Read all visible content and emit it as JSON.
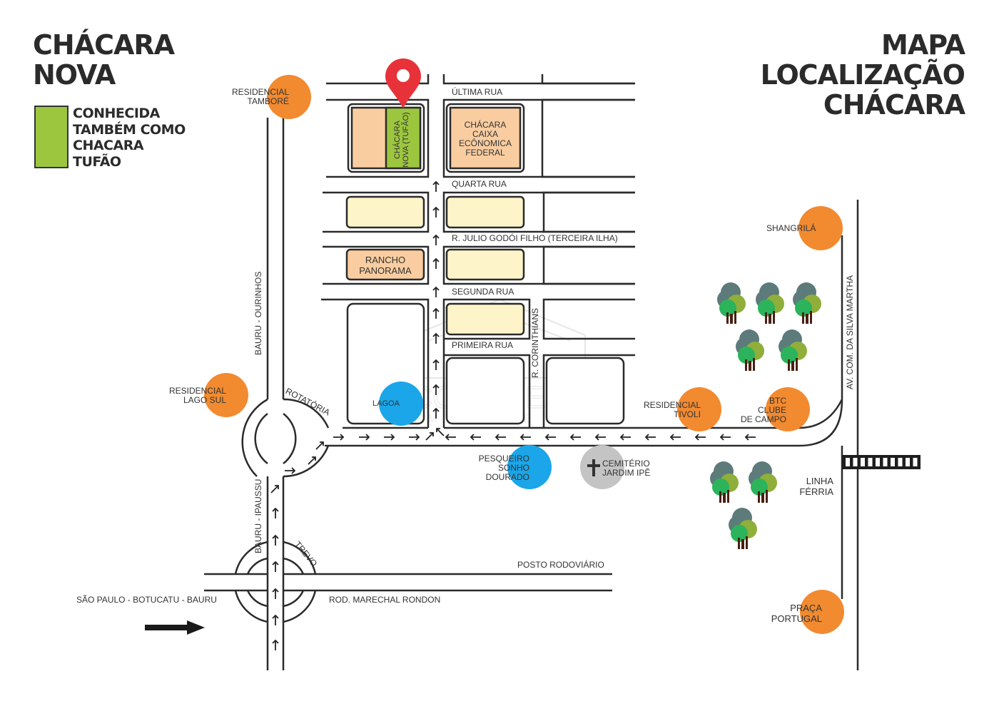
{
  "title_left": {
    "line1": "CHÁCARA",
    "line2": "NOVA"
  },
  "title_right": {
    "line1": "MAPA",
    "line2": "LOCALIZAÇÃO",
    "line3": "CHÁCARA"
  },
  "legend": {
    "color": "#9dc63f",
    "lines": [
      "CONHECIDA",
      "TAMBÉM COMO",
      "CHACARA",
      "TUFÃO"
    ]
  },
  "colors": {
    "landmark_orange": "#f28a30",
    "water_blue": "#1aa6e8",
    "cemetery_gray": "#c4c4c4",
    "lot_peach": "#f9cda0",
    "lot_cream": "#fdf5c9",
    "highlight_green": "#9dc63f",
    "pin_red": "#e8323a",
    "road_line": "#2b2b2b"
  },
  "streets": {
    "ultima_rua": "ÚLTIMA RUA",
    "quarta_rua": "QUARTA RUA",
    "terceira": "R. JULIO GODÓI FILHO (TERCEIRA ILHA)",
    "segunda_rua": "SEGUNDA RUA",
    "primeira_rua": "PRIMEIRA RUA",
    "corinthians": "R. CORINTHIANS",
    "bauru_ourinhos": "BAURU - OURINHOS",
    "bauru_ipaussu": "BAURU - IPAUSSU",
    "rotatoria": "ROTATÓRIA",
    "trevo": "TREVO",
    "posto_rodoviario": "POSTO RODOVIÁRIO",
    "rod_marechal": "ROD. MARECHAL RONDON",
    "sp_botucatu_bauru": "SÃO PAULO - BOTUCATU - BAURU",
    "av_silva_martha": "AV. COM. DA SILVA MARTHA",
    "linha_ferria": [
      "LINHA",
      "FÉRRIA"
    ]
  },
  "lots": {
    "chacara_nova": [
      "CHÁCARA",
      "NOVA (TUFÃO)"
    ],
    "caixa": [
      "CHÁCARA",
      "CAIXA",
      "ECÔNOMICA",
      "FEDERAL"
    ],
    "rancho": [
      "RANCHO",
      "PANORAMA"
    ]
  },
  "landmarks": {
    "tambore": [
      "RESIDENCIAL",
      "TAMBORÉ"
    ],
    "lago_sul": [
      "RESIDENCIAL",
      "LAGO SUL"
    ],
    "lagoa": "LAGOA",
    "pesqueiro": [
      "PESQUEIRO",
      "SONHO",
      "DOURADO"
    ],
    "cemiterio": [
      "CEMITÉRIO",
      "JARDIM IPÊ"
    ],
    "tivoli": [
      "RESIDENCIAL",
      "TIVOLI"
    ],
    "btc": [
      "BTC",
      "CLUBE",
      "DE CAMPO"
    ],
    "shangrila": "SHANGRILÁ",
    "praca_portugal": [
      "PRAÇA",
      "PORTUGAL"
    ]
  },
  "watermark": {
    "brand": "CONCRETO",
    "sub": "I M O V E I S"
  }
}
